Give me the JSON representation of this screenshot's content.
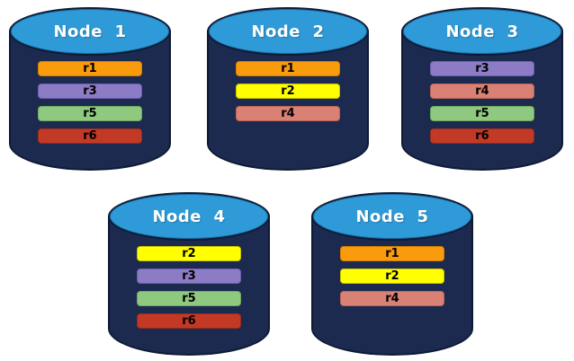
{
  "colors": {
    "background": "#ffffff",
    "cylinder_body": "#1b2a4e",
    "cylinder_outline": "#0d1a36",
    "cylinder_top": "#2e9bd8",
    "cylinder_top_ring": "#1c6fa8",
    "title_text": "#ffffff",
    "bar_text": "#000000"
  },
  "replica_colors": {
    "r1": {
      "fill": "#f99b0c",
      "border": "#d27f00"
    },
    "r2": {
      "fill": "#ffff00",
      "border": "#c9c400"
    },
    "r3": {
      "fill": "#8c7bc5",
      "border": "#6f5eae"
    },
    "r4": {
      "fill": "#d98174",
      "border": "#bc6557"
    },
    "r5": {
      "fill": "#8fc87f",
      "border": "#6fa95f"
    },
    "r6": {
      "fill": "#c23a26",
      "border": "#9c2c1a"
    }
  },
  "nodes": [
    {
      "title": "Node  1",
      "replicas": [
        "r1",
        "r3",
        "r5",
        "r6"
      ]
    },
    {
      "title": "Node  2",
      "replicas": [
        "r1",
        "r2",
        "r4"
      ]
    },
    {
      "title": "Node  3",
      "replicas": [
        "r3",
        "r4",
        "r5",
        "r6"
      ]
    },
    {
      "title": "Node  4",
      "replicas": [
        "r2",
        "r3",
        "r5",
        "r6"
      ]
    },
    {
      "title": "Node  5",
      "replicas": [
        "r1",
        "r2",
        "r4"
      ]
    }
  ]
}
